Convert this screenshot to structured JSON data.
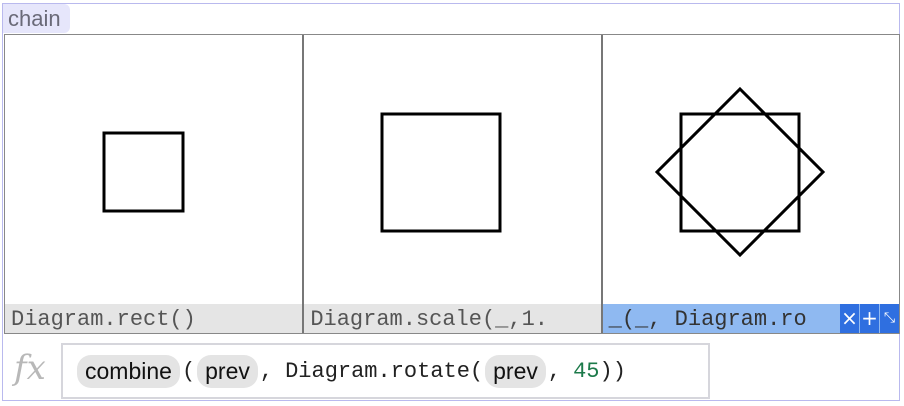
{
  "title": "chain",
  "panels": [
    {
      "caption": "Diagram.rect()",
      "active": false
    },
    {
      "caption": "Diagram.scale(_,1.",
      "active": false
    },
    {
      "caption": "_(_, Diagram.ro",
      "active": true
    }
  ],
  "controls": {
    "close": "×",
    "add": "+",
    "resize": "⤡"
  },
  "formula": {
    "fx_label": "fx",
    "func": "combine",
    "open_paren": "(",
    "arg1": "prev",
    "comma1": ",",
    "inner_func": "Diagram.rotate(",
    "arg2": "prev",
    "comma2": ",",
    "angle": "45",
    "close_parens": "))"
  },
  "colors": {
    "accent": "#2f6fe0",
    "active_caption": "#8fb9f1",
    "border": "#b9b9ee",
    "number": "#1c7a4a"
  },
  "icons": [
    "close-icon",
    "add-icon",
    "resize-icon"
  ]
}
